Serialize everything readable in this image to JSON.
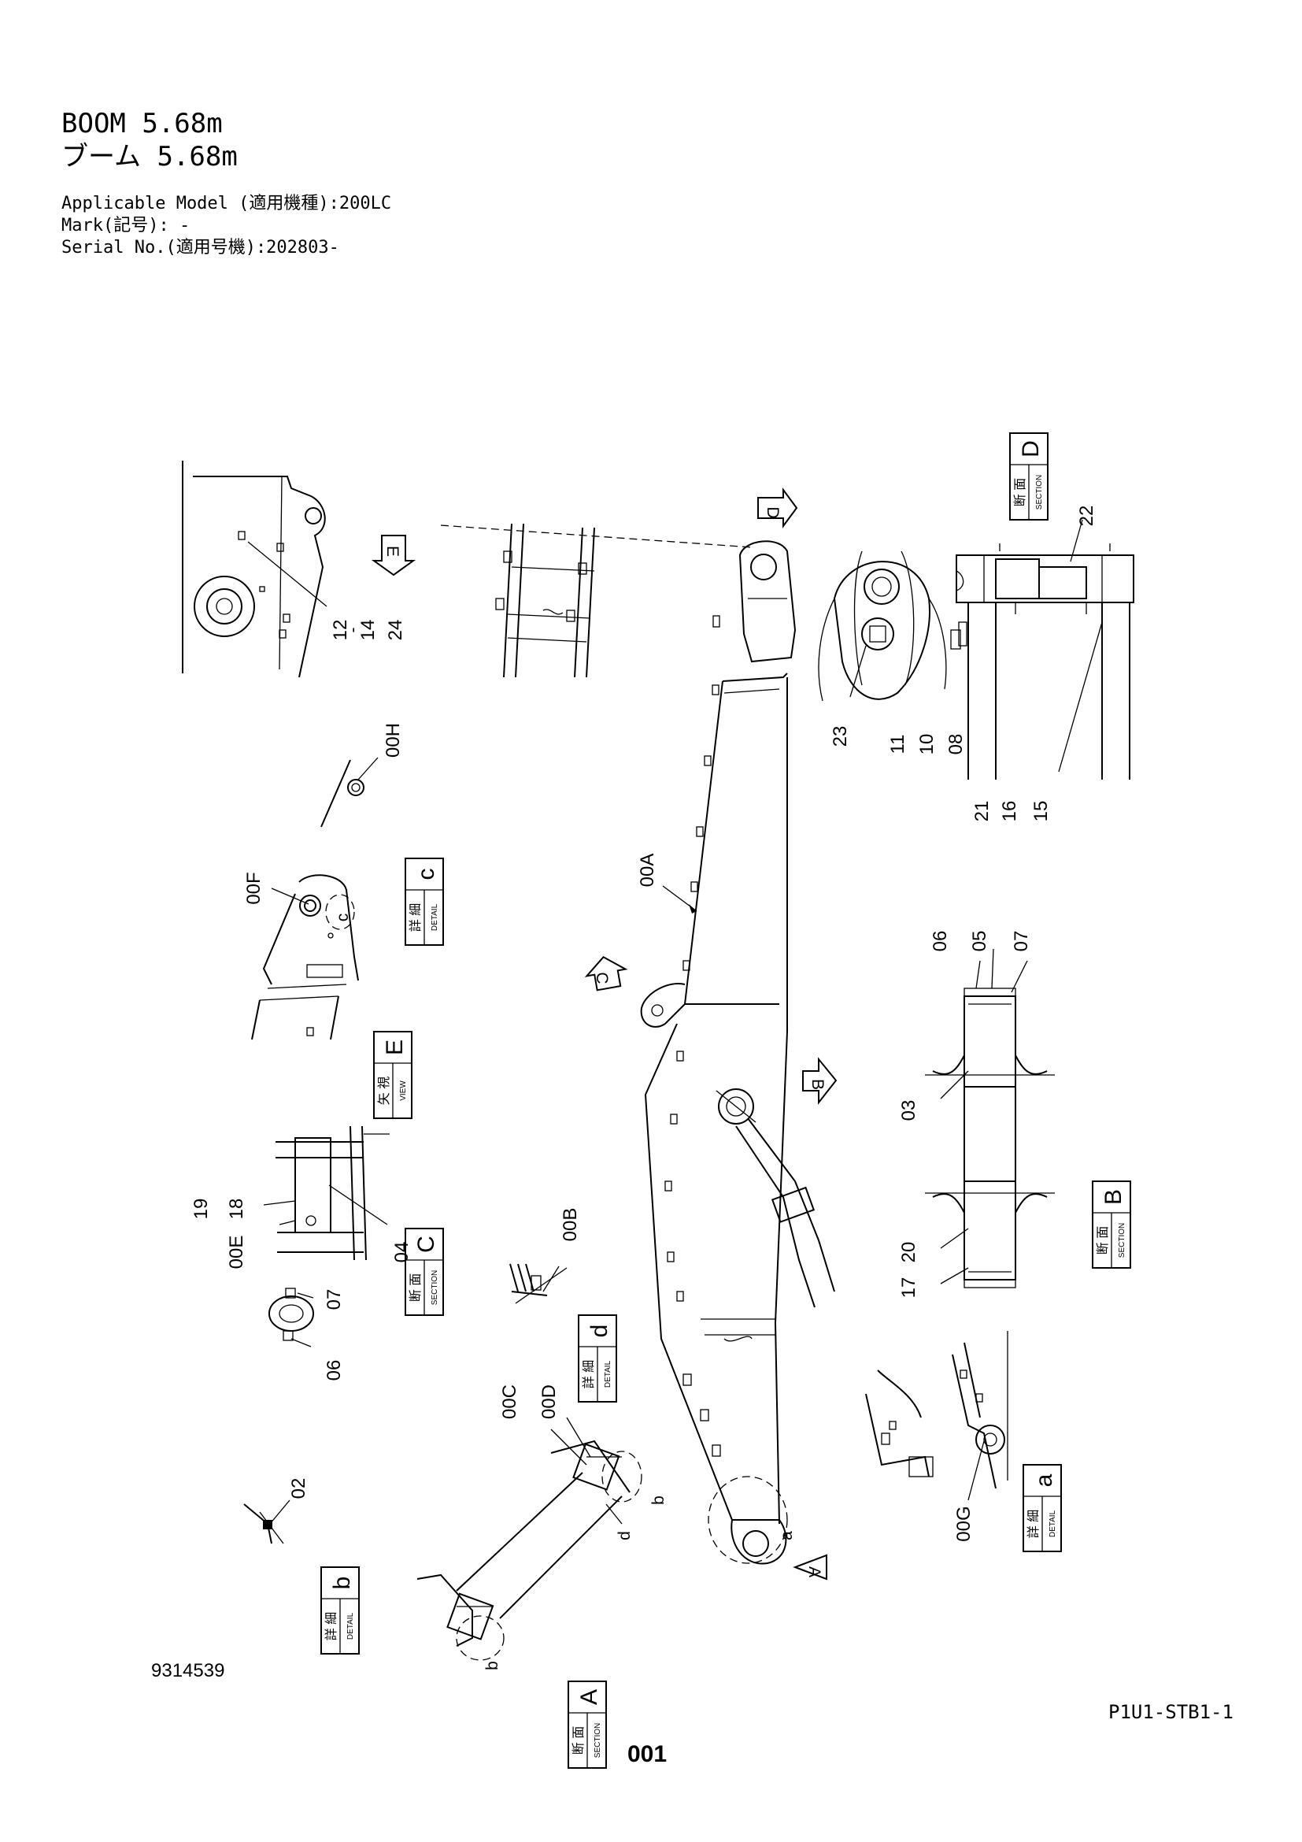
{
  "header": {
    "title_en": "BOOM 5.68m",
    "title_jp": "ブーム 5.68m",
    "model_line": "Applicable Model (適用機種):200LC",
    "mark_line": "Mark(記号): -",
    "serial_line": "Serial No.(適用号機):202803-"
  },
  "footer": {
    "drawing_number": "9314539",
    "page_code": "P1U1-STB1-1",
    "page_number": "001"
  },
  "boxes": {
    "section_d": {
      "letter": "D",
      "jp": "断 面",
      "en": "SECTION"
    },
    "detail_c": {
      "letter": "c",
      "jp": "詳 細",
      "en": "DETAIL"
    },
    "view_e": {
      "letter": "E",
      "jp": "矢 視",
      "en": "VIEW"
    },
    "section_c": {
      "letter": "C",
      "jp": "断 面",
      "en": "SECTION"
    },
    "detail_d": {
      "letter": "d",
      "jp": "詳 細",
      "en": "DETAIL"
    },
    "section_b": {
      "letter": "B",
      "jp": "断 面",
      "en": "SECTION"
    },
    "detail_a": {
      "letter": "a",
      "jp": "詳 細",
      "en": "DETAIL"
    },
    "detail_b": {
      "letter": "b",
      "jp": "詳 細",
      "en": "DETAIL"
    },
    "section_a": {
      "letter": "A",
      "jp": "断 面",
      "en": "SECTION"
    }
  },
  "arrows": {
    "d": "D",
    "e": "E",
    "c": "C",
    "b": "B",
    "a": "A"
  },
  "callouts": {
    "p12": "12",
    "p14": "14",
    "p24": "24",
    "p22": "22",
    "p23": "23",
    "p11": "11",
    "p10": "10",
    "p08": "08",
    "p21": "21",
    "p16": "16",
    "p15": "15",
    "p00h": "00H",
    "p00a": "00A",
    "p00f": "00F",
    "c_small": "c",
    "p06": "06",
    "p05": "05",
    "p07": "07",
    "p03": "03",
    "p17": "17",
    "p20": "20",
    "p19": "19",
    "p18": "18",
    "p00e": "00E",
    "p04": "04",
    "p00b": "00B",
    "p07b": "07",
    "p06b": "06",
    "p00c": "00C",
    "p00d": "00D",
    "b_small": "b",
    "d_small": "d",
    "a_small": "a",
    "p00g": "00G",
    "p02": "02",
    "b_small2": "b"
  }
}
